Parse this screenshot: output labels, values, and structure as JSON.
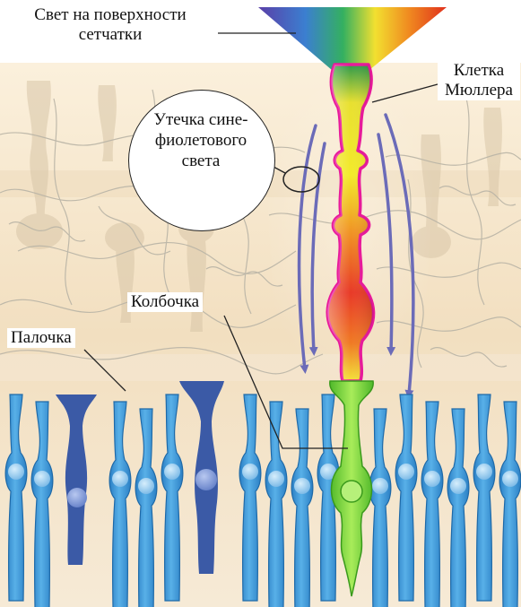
{
  "labels": {
    "light_surface": [
      "Свет на поверхности",
      "сетчатки"
    ],
    "muller_cell": [
      "Клетка",
      "Мюллера"
    ],
    "leak": [
      "Утечка сине-",
      "фиолетового",
      "света"
    ],
    "cone": "Колбочка",
    "rod": "Палочка"
  },
  "colors": {
    "background_upper": "#f3e2c6",
    "background_lower": "#fbf4e8",
    "neural_network": "#bab6aa",
    "arrows": "#6b6bb8",
    "rods": "#3f95d4",
    "rod_nuclei": "#8fc8ee",
    "dark_cells": "#3b5aa6",
    "cone": "#6ed03a",
    "muller_outline": "#e8199a"
  }
}
